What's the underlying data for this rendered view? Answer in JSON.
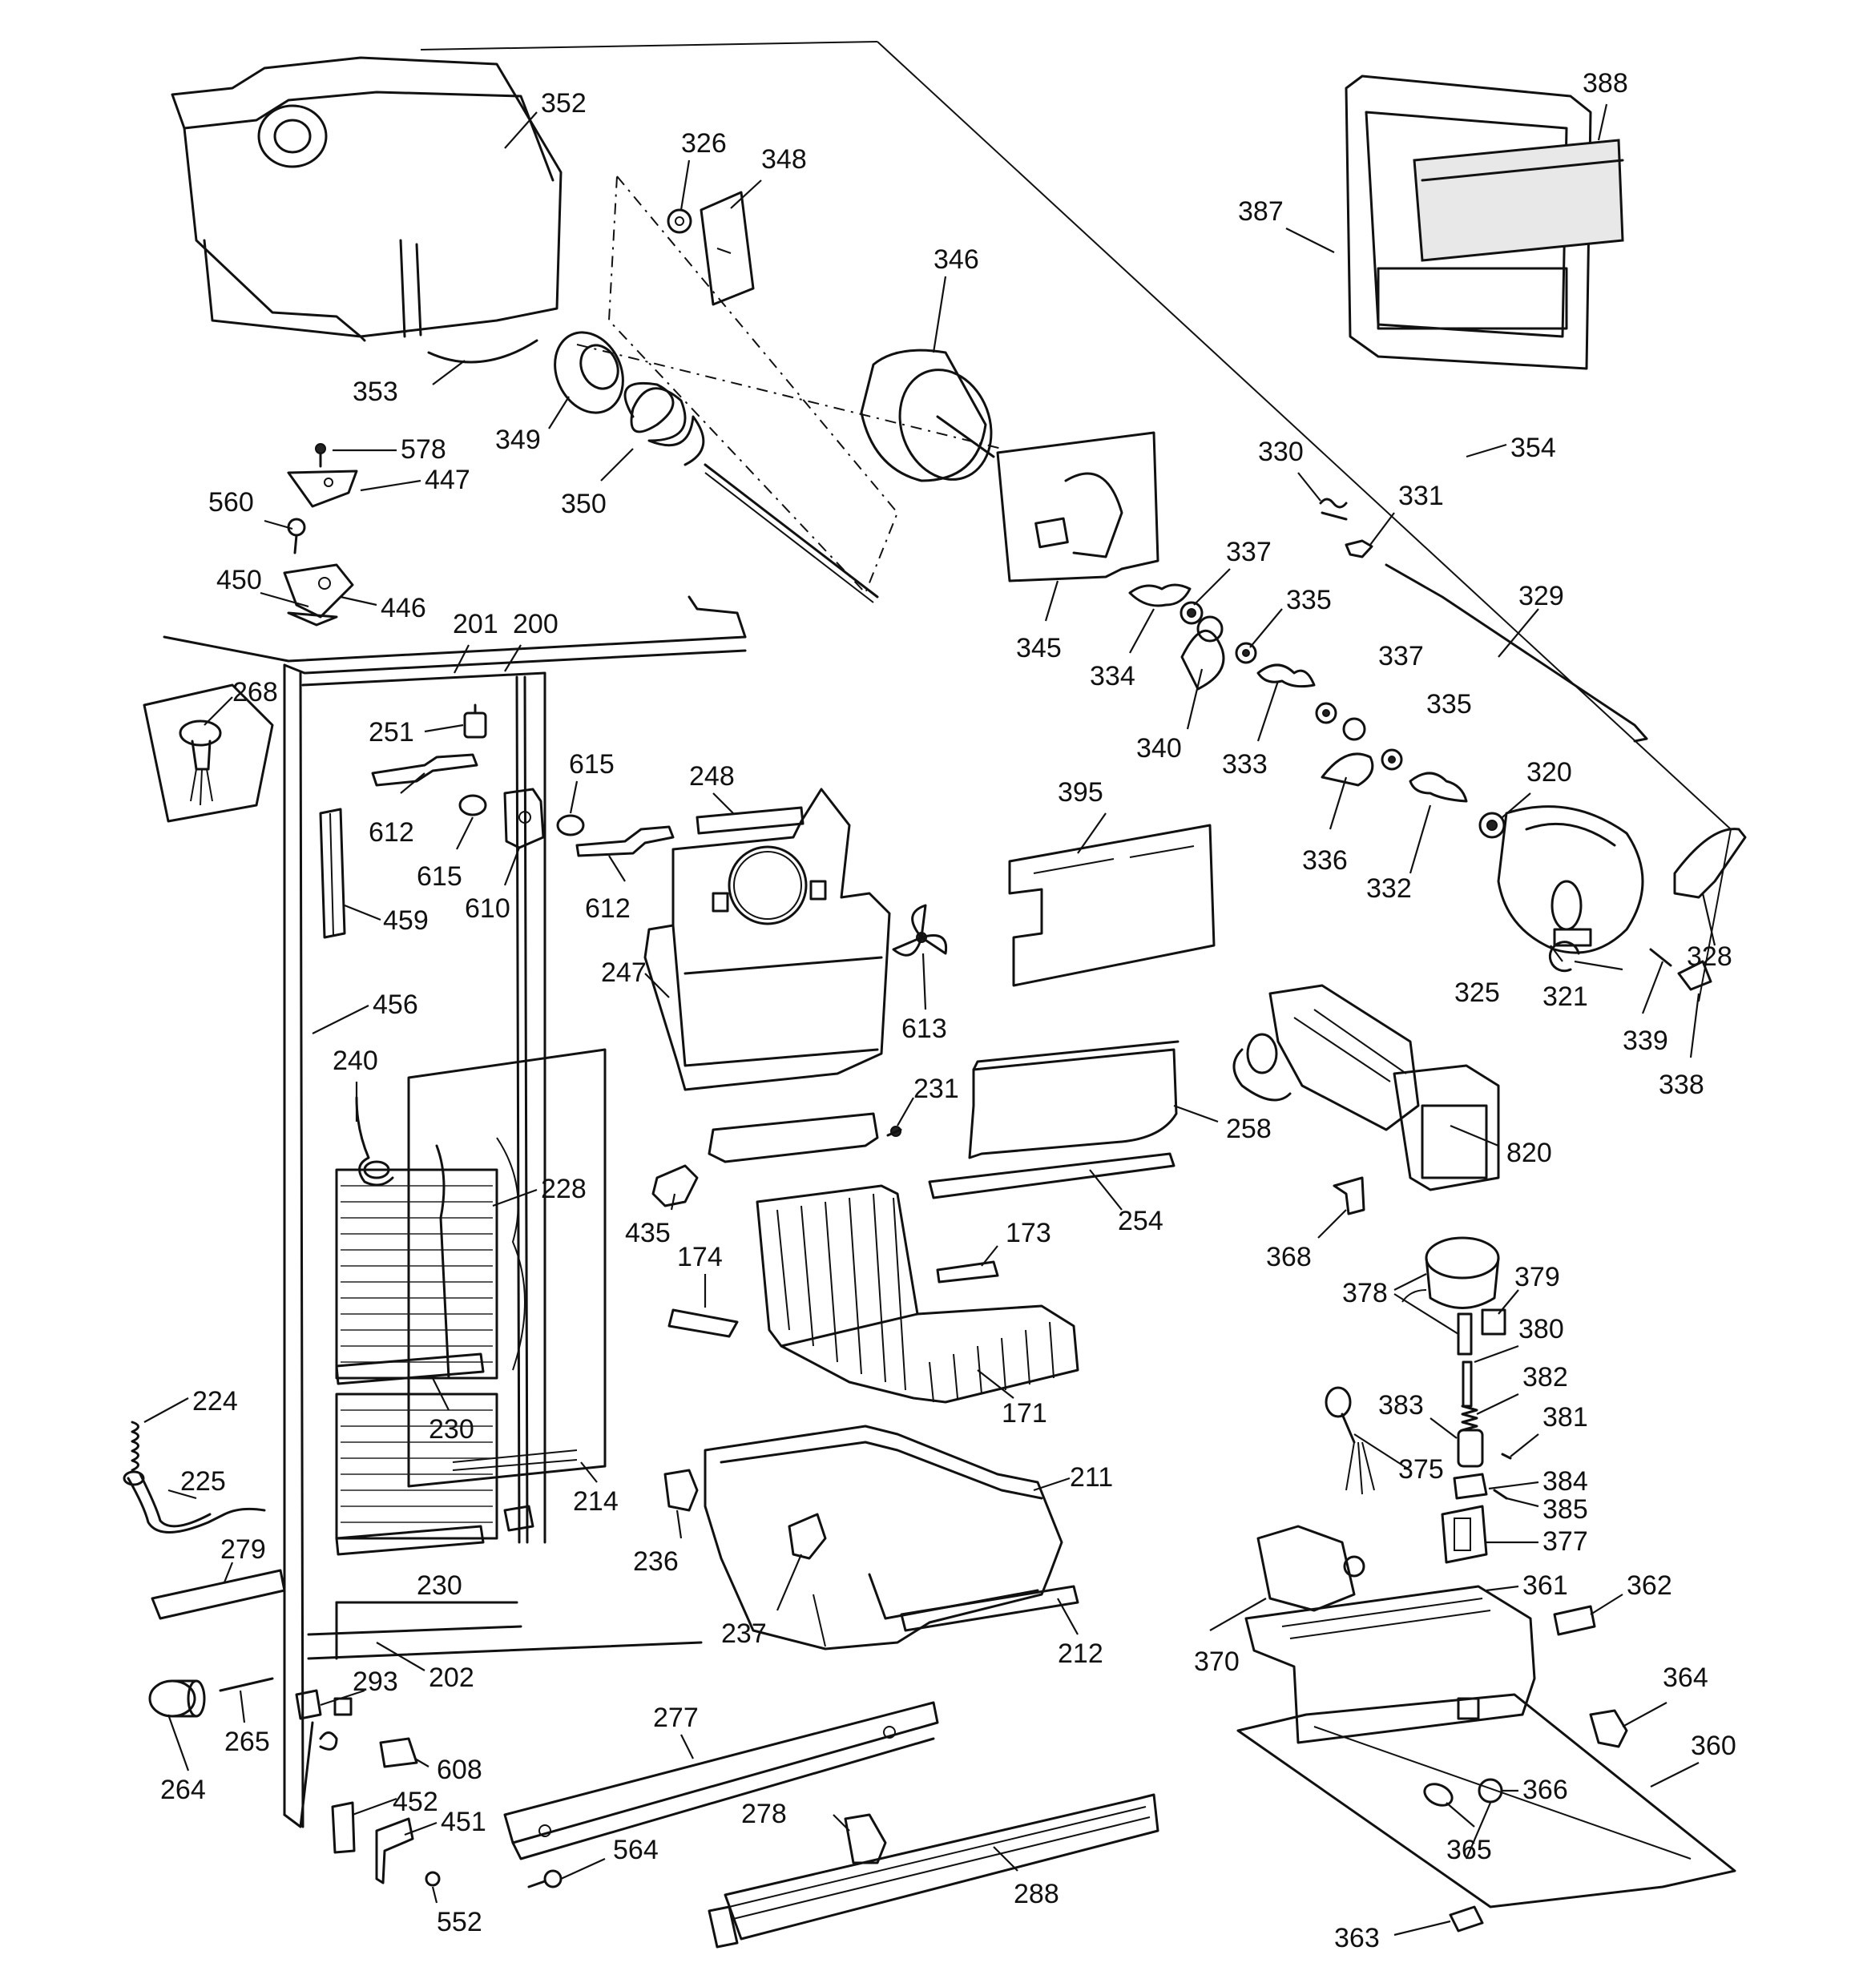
{
  "diagram": {
    "labels": [
      "352",
      "326",
      "348",
      "346",
      "388",
      "387",
      "353",
      "349",
      "350",
      "578",
      "447",
      "560",
      "450",
      "446",
      "330",
      "331",
      "354",
      "337",
      "335",
      "329",
      "201",
      "200",
      "268",
      "251",
      "612",
      "615",
      "610",
      "248",
      "395",
      "334",
      "345",
      "340",
      "333",
      "336",
      "332",
      "320",
      "328",
      "325",
      "321",
      "339",
      "338",
      "459",
      "247",
      "613",
      "456",
      "240",
      "231",
      "258",
      "820",
      "228",
      "254",
      "435",
      "173",
      "174",
      "368",
      "378",
      "379",
      "380",
      "382",
      "381",
      "383",
      "375",
      "384",
      "385",
      "377",
      "224",
      "171",
      "225",
      "230",
      "279",
      "214",
      "211",
      "236",
      "237",
      "212",
      "361",
      "362",
      "370",
      "364",
      "360",
      "293",
      "202",
      "265",
      "264",
      "277",
      "608",
      "452",
      "451",
      "278",
      "564",
      "288",
      "552",
      "366",
      "365",
      "363"
    ]
  }
}
